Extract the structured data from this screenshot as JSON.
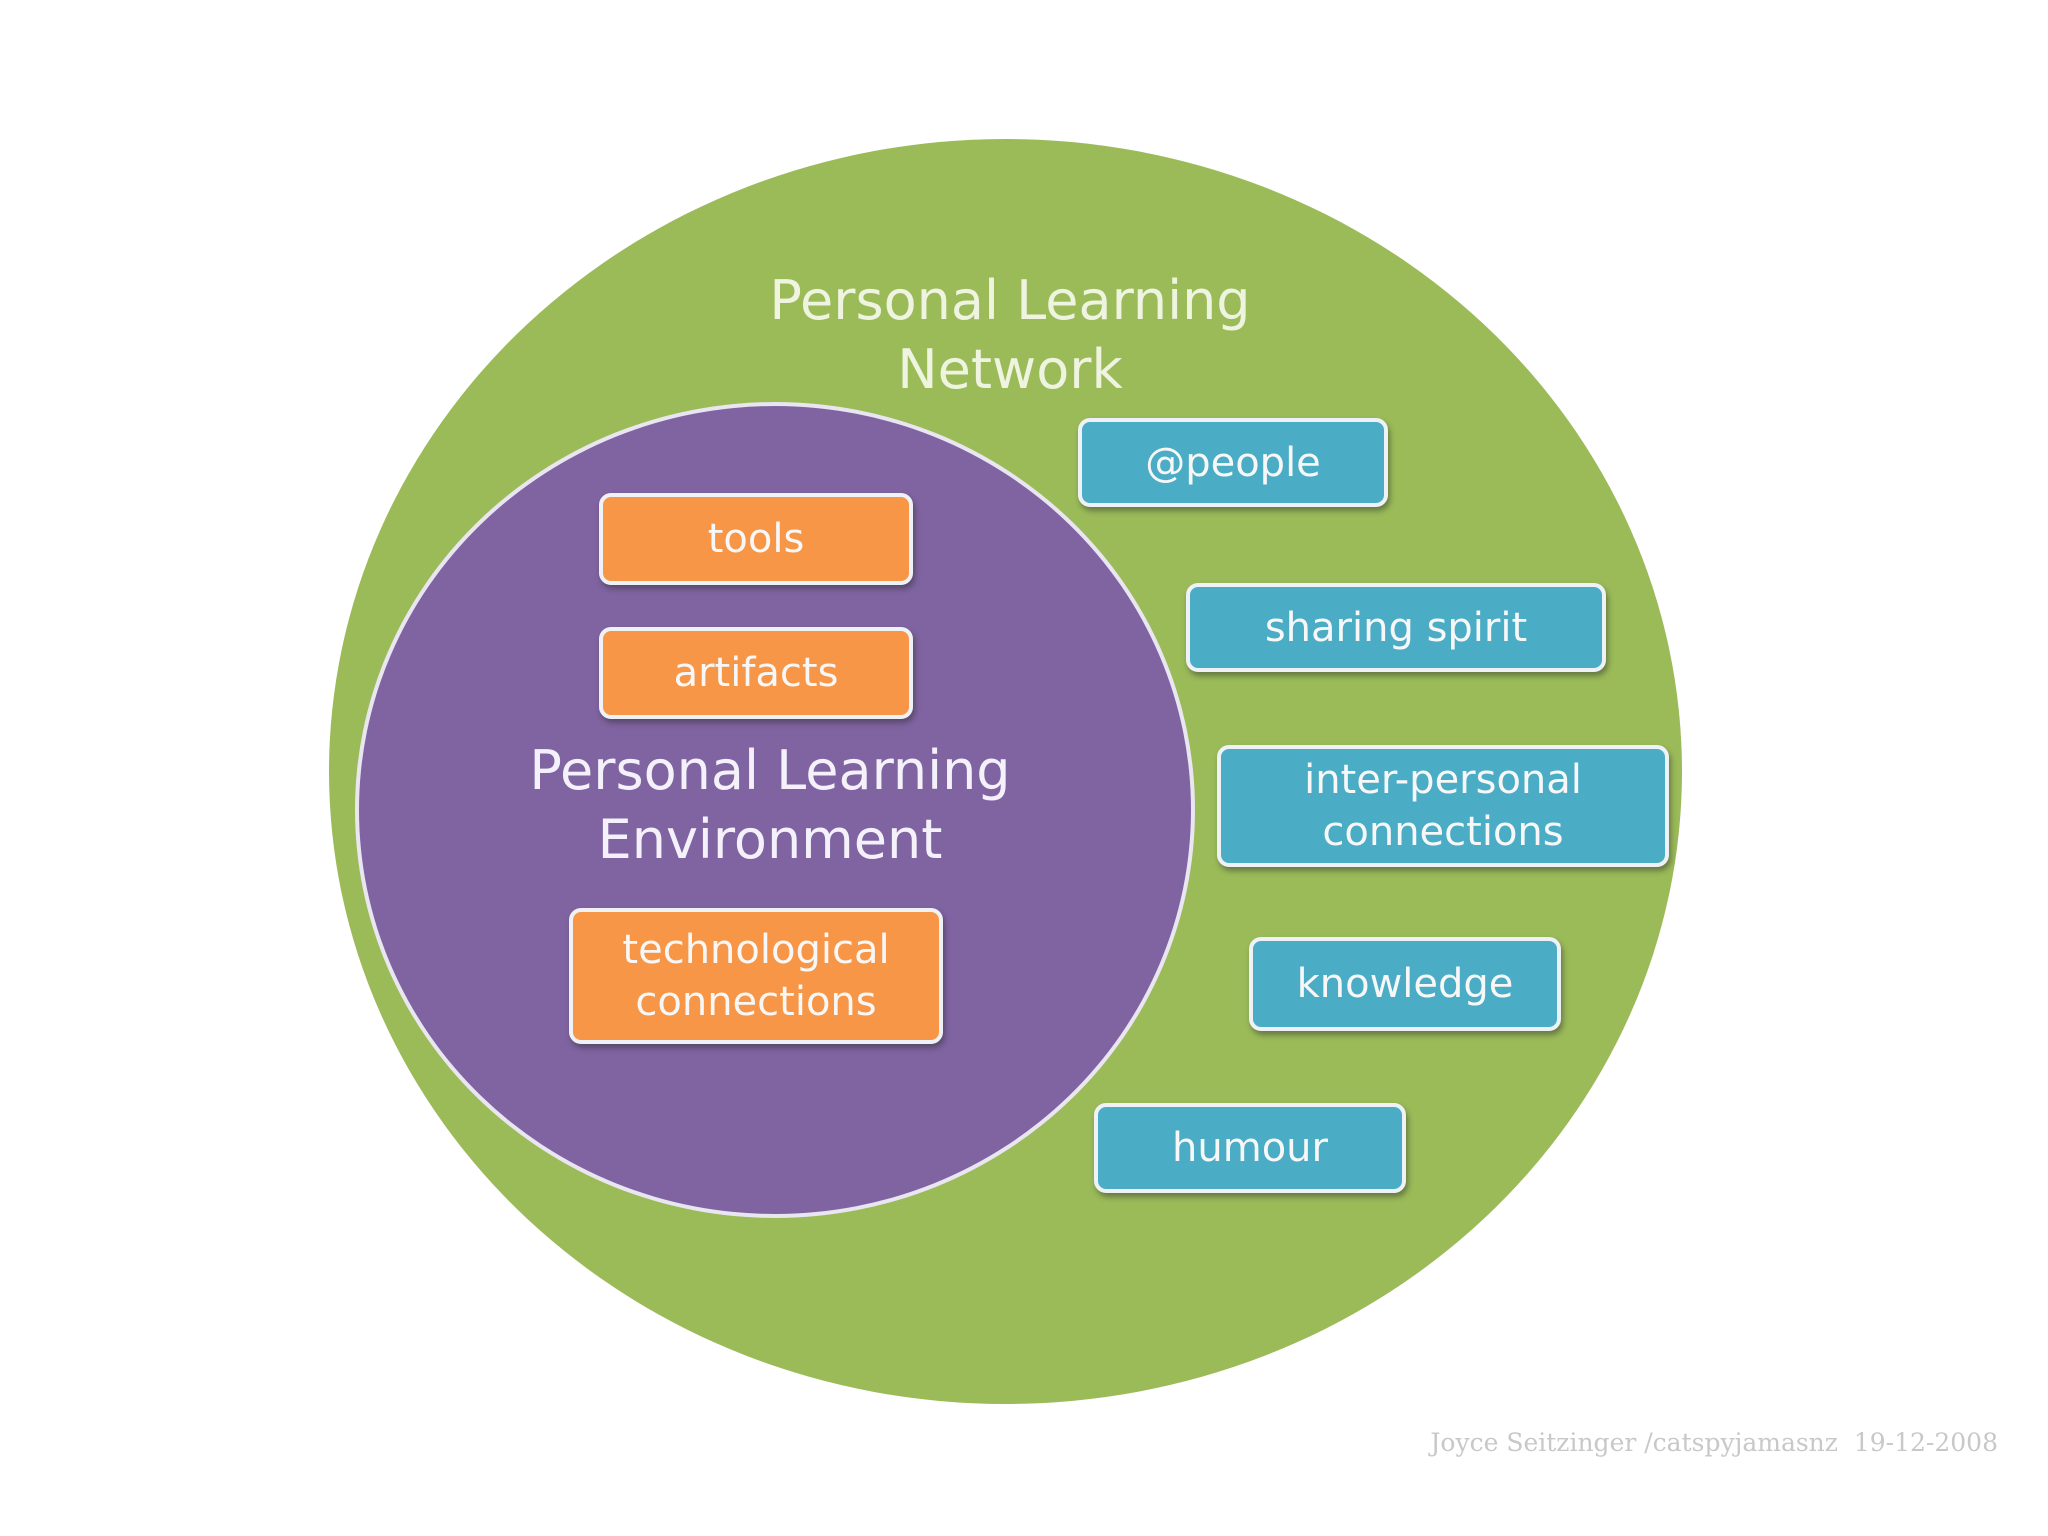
{
  "diagram": {
    "outer_label": [
      "Personal Learning",
      "Network"
    ],
    "inner_label": [
      "Personal Learning",
      "Environment"
    ],
    "environment_items": [
      {
        "lines": [
          "tools"
        ]
      },
      {
        "lines": [
          "artifacts"
        ]
      },
      {
        "lines": [
          "technological",
          "connections"
        ]
      }
    ],
    "network_items": [
      {
        "lines": [
          "@people"
        ]
      },
      {
        "lines": [
          "sharing spirit"
        ]
      },
      {
        "lines": [
          "inter-personal",
          "connections"
        ]
      },
      {
        "lines": [
          "knowledge"
        ]
      },
      {
        "lines": [
          "humour"
        ]
      }
    ],
    "credit": "Joyce Seitzinger /catspyjamasnz  19-12-2008"
  },
  "colors": {
    "network": "#9bbb59",
    "environment": "#8064a2",
    "environment_items": "#f79646",
    "network_items": "#4bacc6"
  }
}
